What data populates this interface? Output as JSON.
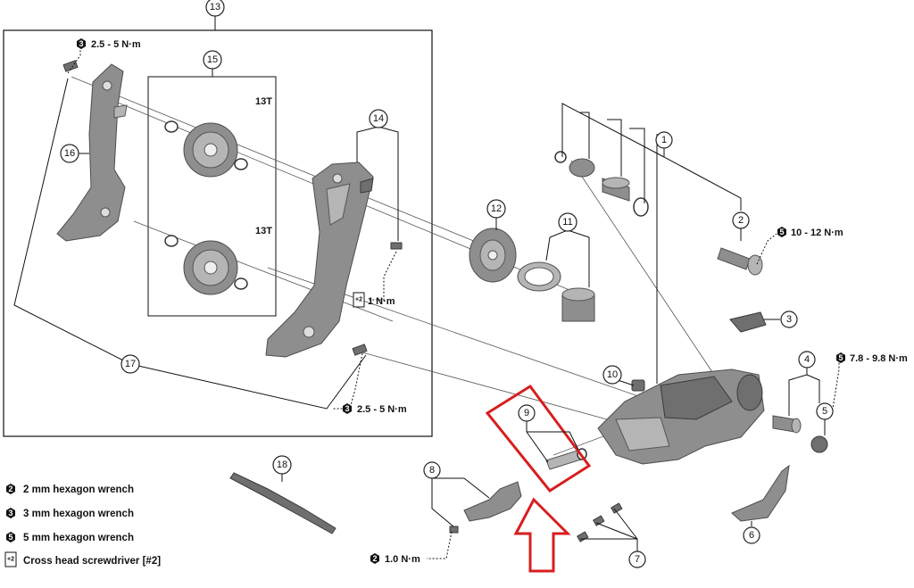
{
  "diagram": {
    "callouts": [
      {
        "id": "1",
        "label": "1"
      },
      {
        "id": "2",
        "label": "2"
      },
      {
        "id": "3",
        "label": "3"
      },
      {
        "id": "4",
        "label": "4"
      },
      {
        "id": "5",
        "label": "5"
      },
      {
        "id": "6",
        "label": "6"
      },
      {
        "id": "7",
        "label": "7"
      },
      {
        "id": "8",
        "label": "8"
      },
      {
        "id": "9",
        "label": "9"
      },
      {
        "id": "10",
        "label": "10"
      },
      {
        "id": "11",
        "label": "11"
      },
      {
        "id": "12",
        "label": "12"
      },
      {
        "id": "13",
        "label": "13"
      },
      {
        "id": "14",
        "label": "14"
      },
      {
        "id": "15",
        "label": "15"
      },
      {
        "id": "16",
        "label": "16"
      },
      {
        "id": "17",
        "label": "17"
      },
      {
        "id": "18",
        "label": "18"
      }
    ],
    "pulley_labels": {
      "upper": "13T",
      "lower": "13T"
    },
    "torque_specs": {
      "t_top_left": {
        "tool": "3",
        "value": "2.5 - 5 N·m"
      },
      "t_cage_bolt": {
        "tool": "3",
        "value": "2.5 - 5 N·m"
      },
      "t_plate_screw": {
        "tool": "ph2",
        "value": "1 N·m"
      },
      "t_axle": {
        "tool": "5",
        "value": "10 - 12 N·m"
      },
      "t_right": {
        "tool": "5",
        "value": "7.8 - 9.8 N·m"
      },
      "t_bottom": {
        "tool": "2",
        "value": "1.0 N·m"
      }
    },
    "tool_legend": [
      {
        "tool": "2",
        "label": "2 mm hexagon wrench"
      },
      {
        "tool": "3",
        "label": "3 mm hexagon wrench"
      },
      {
        "tool": "5",
        "label": "5 mm hexagon wrench"
      },
      {
        "tool": "ph2",
        "label": "Cross head screwdriver [#2]"
      }
    ],
    "highlight": {
      "target": "9",
      "color": "#d81e1e"
    },
    "colors": {
      "part": "#8e8e8e",
      "highlight": "#d81e1e",
      "ink": "#111111"
    }
  }
}
